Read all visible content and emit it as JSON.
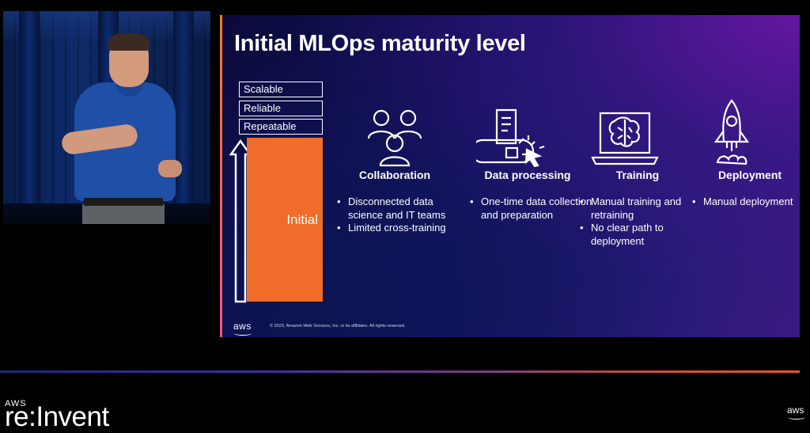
{
  "slide": {
    "title": "Initial MLOps maturity level",
    "levels": [
      "Scalable",
      "Reliable",
      "Repeatable"
    ],
    "current_level": "Initial",
    "columns": [
      {
        "icon": "people-group-icon",
        "title": "Collaboration",
        "bullets": [
          "Disconnected data science and IT teams",
          "Limited cross-training"
        ]
      },
      {
        "icon": "data-processing-icon",
        "title": "Data processing",
        "bullets": [
          "One-time data collection and preparation"
        ]
      },
      {
        "icon": "brain-laptop-icon",
        "title": "Training",
        "bullets": [
          "Manual training and retraining",
          "No clear path to deployment"
        ]
      },
      {
        "icon": "rocket-icon",
        "title": "Deployment",
        "bullets": [
          "Manual deployment"
        ]
      }
    ],
    "logo": "aws",
    "copyright": "© 2023, Amazon Web Services, Inc. or its affiliates. All rights reserved."
  },
  "footer": {
    "brand_small": "AWS",
    "brand_event": "re:Invent",
    "corner_logo": "aws"
  },
  "colors": {
    "accent_orange": "#ef6c2a",
    "slide_background": "#151565",
    "divider_start": "#1a2a7a",
    "divider_end": "#e8552a"
  }
}
